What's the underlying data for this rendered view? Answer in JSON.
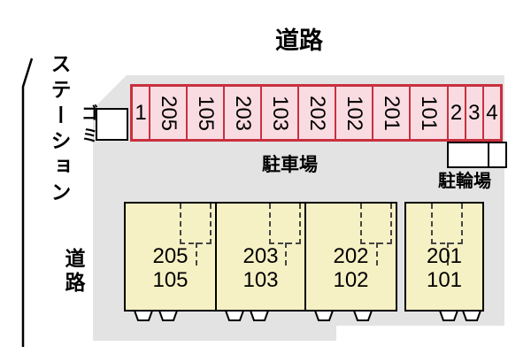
{
  "labels": {
    "road_top": "道路",
    "station": "ステーション",
    "road_left": "道路",
    "garbage": "ゴミ",
    "parking_lot": "駐車場",
    "bicycle_parking": "駐輪場"
  },
  "parking_spaces": [
    {
      "label": "1"
    },
    {
      "label": "205"
    },
    {
      "label": "105"
    },
    {
      "label": "203"
    },
    {
      "label": "103"
    },
    {
      "label": "202"
    },
    {
      "label": "102"
    },
    {
      "label": "201"
    },
    {
      "label": "101"
    },
    {
      "label": "2"
    },
    {
      "label": "3"
    },
    {
      "label": "4"
    }
  ],
  "buildings": [
    {
      "upper": "205",
      "lower": "105"
    },
    {
      "upper": "203",
      "lower": "103"
    },
    {
      "upper": "202",
      "lower": "102"
    },
    {
      "upper": "201",
      "lower": "101"
    }
  ],
  "colors": {
    "site_bg": "#e3e3e3",
    "space_fill": "#f9dce2",
    "space_border": "#c9303f",
    "bldg_fill": "#f6f1c4"
  }
}
